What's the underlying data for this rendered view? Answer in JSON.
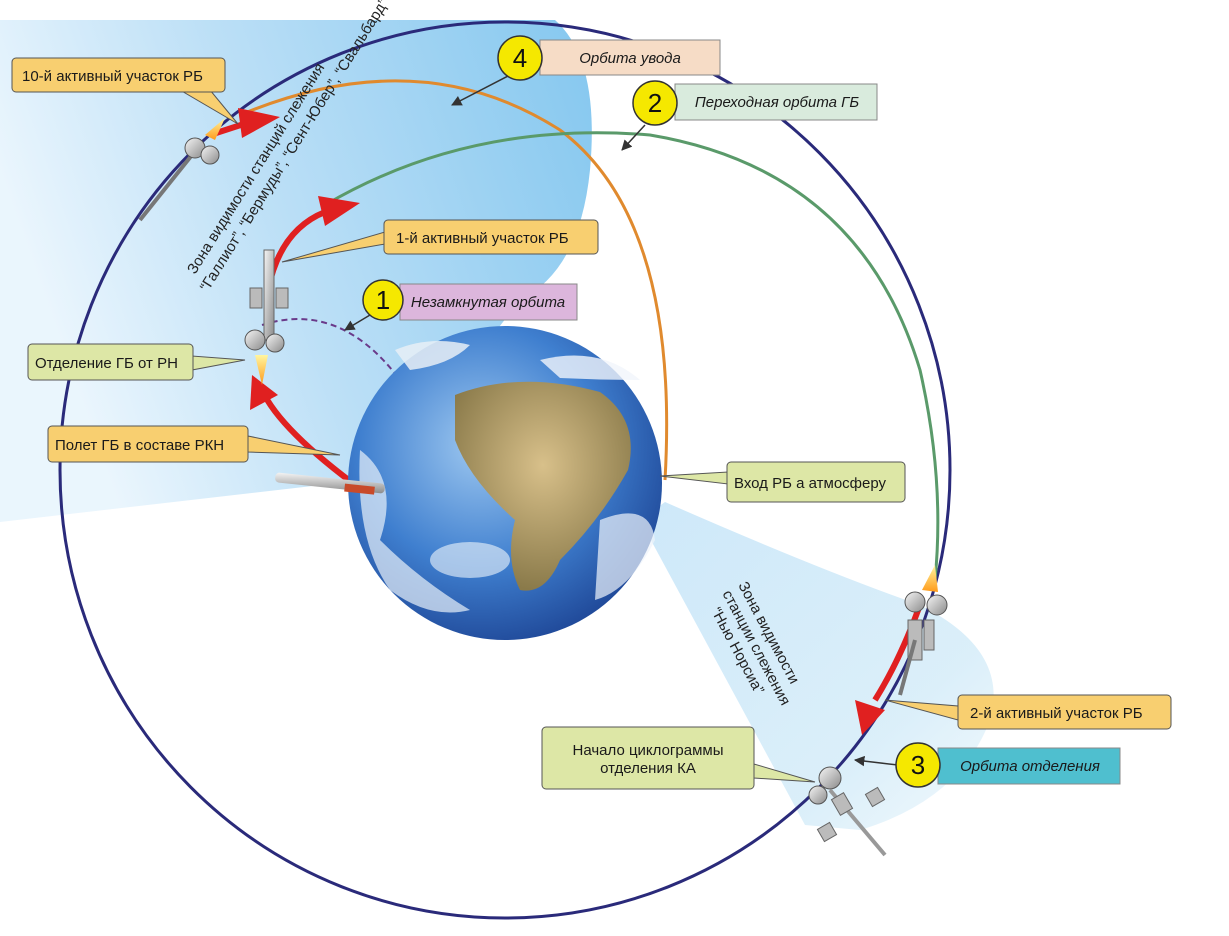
{
  "callouts": {
    "active10": "10-й активный участок РБ",
    "active1": "1-й активный участок РБ",
    "active2": "2-й активный участок РБ",
    "separation_gb_rn": "Отделение ГБ от РН",
    "flight_rkn": "Полет ГБ в составе РКН",
    "reentry": "Вход РБ а атмосферу",
    "cyclogram_line1": "Начало циклограммы",
    "cyclogram_line2": "отделения КА"
  },
  "orbits": [
    {
      "number": "4",
      "label": "Орбита увода",
      "color": "#f6dcc6"
    },
    {
      "number": "2",
      "label": "Переходная орбита ГБ",
      "color": "#d9ebdd"
    },
    {
      "number": "1",
      "label": "Незамкнутая орбита",
      "color": "#dcb6dc"
    },
    {
      "number": "3",
      "label": "Орбита отделения",
      "color": "#4fbfcf"
    }
  ],
  "zones": {
    "north_line1": "Зона видимости станций слежения",
    "north_line2": "“Галлиот”, “Бермуды”, “Сент-Юбер”, “Свальбард”",
    "south_line1": "Зона видимости",
    "south_line2": "станции слежения",
    "south_line3": "“Нью Норсиа”"
  },
  "colors": {
    "outer_orbit": "#2a2a7a",
    "transfer_orbit": "#5a9a6a",
    "disposal_orbit": "#e08a2e",
    "open_orbit": "#6a3a8a",
    "arrow_red": "#e02020",
    "callout_fill": "#f8cf70",
    "callout_green": "#dde7a6",
    "marker_yellow": "#f5e800"
  }
}
